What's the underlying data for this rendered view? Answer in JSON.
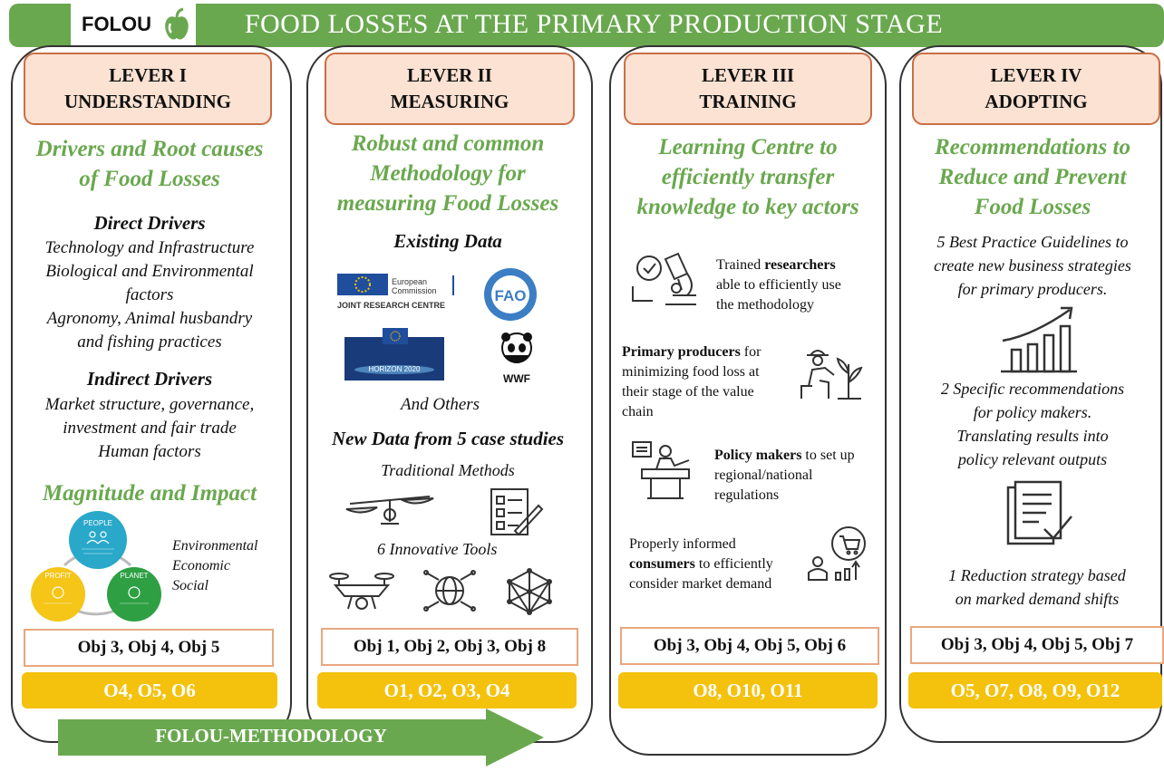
{
  "header": {
    "logo_text": "FOLOU",
    "title": "FOOD LOSSES AT THE PRIMARY PRODUCTION STAGE"
  },
  "lever1": {
    "line1": "LEVER I",
    "line2": "UNDERSTANDING",
    "heading1": "Drivers and Root causes",
    "heading2": "of Food Losses",
    "direct_title": "Direct Drivers",
    "direct_1": "Technology and Infrastructure",
    "direct_2": "Biological and Environmental",
    "direct_3": "factors",
    "direct_4": "Agronomy, Animal husbandry",
    "direct_5": "and fishing practices",
    "indirect_title": "Indirect Drivers",
    "indirect_1": "Market structure, governance,",
    "indirect_2": "investment and fair trade",
    "indirect_3": "Human factors",
    "magnitude": "Magnitude and Impact",
    "circle_people": "PEOPLE",
    "circle_profit": "PROFIT",
    "circle_planet": "PLANET",
    "impact_1": "Environmental",
    "impact_2": "Economic",
    "impact_3": "Social",
    "objectives": "Obj 3, Obj 4, Obj 5",
    "outcomes": "O4, O5, O6"
  },
  "lever2": {
    "line1": "LEVER II",
    "line2": "MEASURING",
    "heading1": "Robust and common",
    "heading2": "Methodology for",
    "heading3": "measuring Food Losses",
    "existing": "Existing Data",
    "ec_1": "European",
    "ec_2": "Commission",
    "jrc": "JOINT RESEARCH CENTRE",
    "fao": "FAO",
    "horizon": "HORIZON 2020",
    "wwf": "WWF",
    "others": "And Others",
    "new_data": "New Data from 5 case studies",
    "traditional": "Traditional Methods",
    "innovative": "6 Innovative Tools",
    "objectives": "Obj 1, Obj 2, Obj 3, Obj 8",
    "outcomes": "O1, O2, O3, O4"
  },
  "lever3": {
    "line1": "LEVER III",
    "line2": "TRAINING",
    "heading1": "Learning Centre to",
    "heading2": "efficiently transfer",
    "heading3": "knowledge to key actors",
    "researchers_pre": "Trained ",
    "researchers_bold": "researchers",
    "researchers_2": "able to efficiently  use",
    "researchers_3": "the methodology",
    "producers_bold": "Primary producers",
    "producers_1": " for",
    "producers_2": "minimizing  food loss at",
    "producers_3": "their stage of the value",
    "producers_4": "chain",
    "policy_bold": "Policy makers",
    "policy_1": " to set up",
    "policy_2": "regional/national",
    "policy_3": "regulations",
    "consumers_1": "Properly informed",
    "consumers_bold": "consumers",
    "consumers_2": " to efficiently",
    "consumers_3": "consider market demand",
    "objectives": "Obj 3, Obj 4, Obj 5, Obj 6",
    "outcomes": "O8, O10, O11"
  },
  "lever4": {
    "line1": "LEVER IV",
    "line2": "ADOPTING",
    "heading1": "Recommendations to",
    "heading2": "Reduce and Prevent",
    "heading3": "Food Losses",
    "guide_1": "5 Best Practice Guidelines to",
    "guide_2": "create new business strategies",
    "guide_3": "for primary producers.",
    "rec_1": "2 Specific recommendations",
    "rec_2": "for policy makers.",
    "rec_3": "Translating results into",
    "rec_4": "policy relevant outputs",
    "red_1": "1 Reduction strategy based",
    "red_2": "on marked demand shifts",
    "objectives": "Obj 3, Obj 4, Obj 5, Obj 7",
    "outcomes": "O5, O7, O8, O9, O12"
  },
  "footer": {
    "arrow_label": "FOLOU-METHODOLOGY"
  },
  "colors": {
    "green": "#6aa84f",
    "lever_fill": "#fbe2d2",
    "lever_border": "#c96f45",
    "outcome_yellow": "#f4c20d"
  }
}
